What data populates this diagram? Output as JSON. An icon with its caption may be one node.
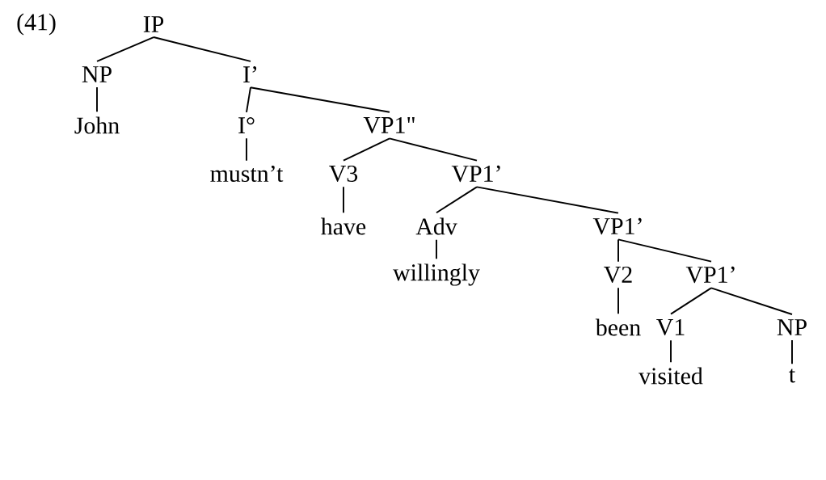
{
  "diagram": {
    "nodes": [
      {
        "text": [
          "IP"
        ]
      },
      {
        "text": [
          "NP"
        ]
      },
      {
        "text": [
          "I’"
        ]
      },
      {
        "text": [
          "John"
        ]
      },
      {
        "text": [
          "I°"
        ]
      },
      {
        "text": [
          "VP1\""
        ]
      },
      {
        "text": [
          "mustn’t"
        ]
      },
      {
        "text": [
          "V3"
        ]
      },
      {
        "text": [
          "VP1’"
        ]
      },
      {
        "text": [
          "have"
        ]
      },
      {
        "text": [
          "Adv"
        ]
      },
      {
        "text": [
          "VP1’"
        ]
      },
      {
        "text": [
          "willingly"
        ]
      },
      {
        "text": [
          "V2"
        ]
      },
      {
        "text": [
          "VP1’"
        ]
      },
      {
        "text": [
          "been"
        ]
      },
      {
        "text": [
          "V1"
        ]
      },
      {
        "text": [
          "NP"
        ]
      },
      {
        "text": [
          "visited"
        ]
      },
      {
        "text": [
          "t"
        ]
      }
    ],
    "edges": [
      {
        "from": 0,
        "to": 1,
        "arrow": "none"
      },
      {
        "from": 0,
        "to": 2,
        "arrow": "none"
      },
      {
        "from": 1,
        "to": 3,
        "arrow": "none"
      },
      {
        "from": 2,
        "to": 4,
        "arrow": "none"
      },
      {
        "from": 2,
        "to": 5,
        "arrow": "none"
      },
      {
        "from": 4,
        "to": 6,
        "arrow": "none"
      },
      {
        "from": 5,
        "to": 7,
        "arrow": "none"
      },
      {
        "from": 5,
        "to": 8,
        "arrow": "none"
      },
      {
        "from": 7,
        "to": 9,
        "arrow": "none"
      },
      {
        "from": 8,
        "to": 10,
        "arrow": "none"
      },
      {
        "from": 8,
        "to": 11,
        "arrow": "none"
      },
      {
        "from": 10,
        "to": 12,
        "arrow": "none"
      },
      {
        "from": 11,
        "to": 13,
        "arrow": "none"
      },
      {
        "from": 11,
        "to": 14,
        "arrow": "none"
      },
      {
        "from": 13,
        "to": 15,
        "arrow": "none"
      },
      {
        "from": 14,
        "to": 16,
        "arrow": "none"
      },
      {
        "from": 14,
        "to": 17,
        "arrow": "none"
      },
      {
        "from": 16,
        "to": 18,
        "arrow": "none"
      },
      {
        "from": 17,
        "to": 19,
        "arrow": "none"
      }
    ],
    "labels": [
      "(41)"
    ]
  }
}
